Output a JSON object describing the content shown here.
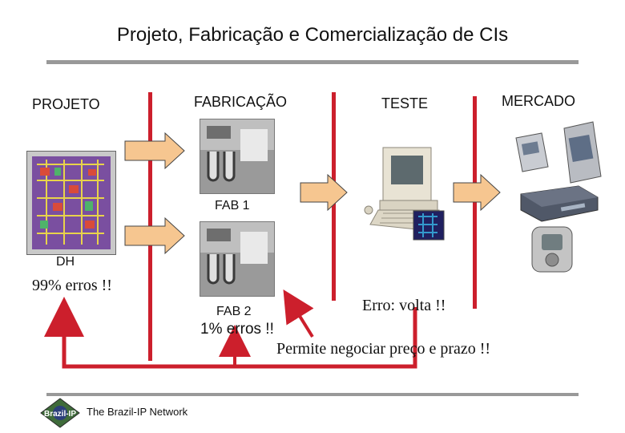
{
  "title": "Projeto, Fabricação e Comercialização de CIs",
  "stages": {
    "projeto": "PROJETO",
    "fabricacao": "FABRICAÇÃO",
    "teste": "TESTE",
    "mercado": "MERCADO"
  },
  "labels": {
    "fab1": "FAB 1",
    "fab2": "FAB 2",
    "dh": "DH",
    "errors_99": "99% erros !!",
    "errors_1": "1% erros !!",
    "erro_volta": "Erro: volta !!",
    "negociar": "Permite negociar preço e prazo !!"
  },
  "footer": {
    "logo_text": "Brazil-IP",
    "network": "The Brazil-IP Network"
  },
  "colors": {
    "divider": "#cc1f2c",
    "arrow_fill": "#f6c690",
    "feedback": "#cc1f2c",
    "rule": "#999999"
  }
}
